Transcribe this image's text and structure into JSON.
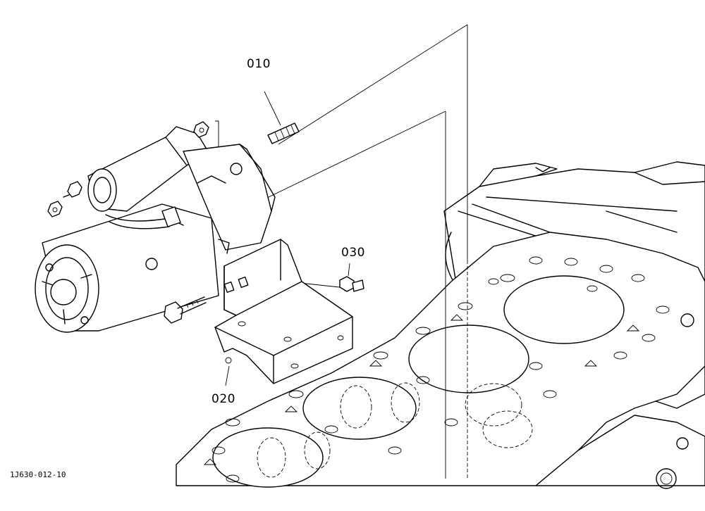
{
  "diagram": {
    "callouts": [
      {
        "id": "part-010",
        "label": "010"
      },
      {
        "id": "part-020",
        "label": "020"
      },
      {
        "id": "part-030",
        "label": "030"
      }
    ],
    "figure_code": "1J630-012-10"
  }
}
